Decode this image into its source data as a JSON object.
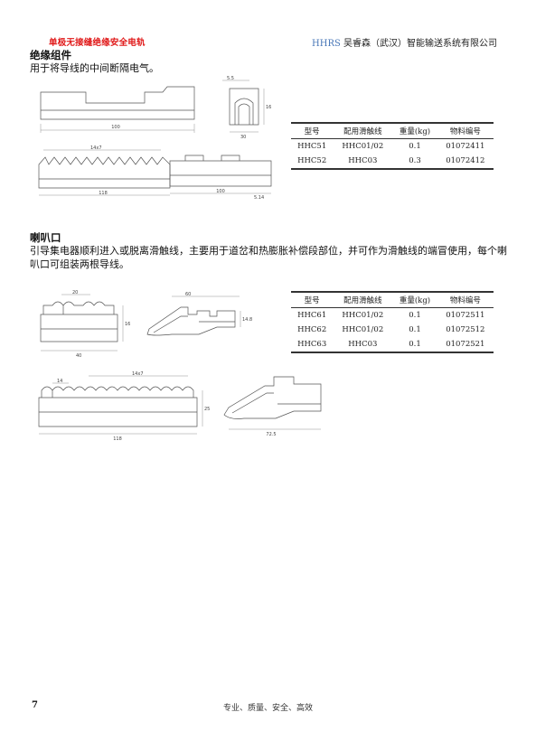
{
  "header": {
    "left_title": "单极无接缝绝缘安全电轨",
    "brand": "HHRS",
    "company": "吴睿森（武汉）智能输送系统有限公司"
  },
  "section1": {
    "title": "绝缘组件",
    "desc": "用于将导线的中间断隔电气。",
    "table": {
      "headers": [
        "型号",
        "配用滑触线",
        "重量(kg)",
        "物料编号"
      ],
      "rows": [
        [
          "HHC51",
          "HHC01/02",
          "0.1",
          "01072411"
        ],
        [
          "HHC52",
          "HHC03",
          "0.3",
          "01072412"
        ]
      ]
    },
    "dims": {
      "d1": "100",
      "d2": "5.5",
      "d3": "16",
      "d4": "30",
      "d5": "14x7",
      "d6": "118",
      "d7": "100",
      "d8": "5.14"
    }
  },
  "section2": {
    "title": "喇叭口",
    "desc": "引导集电器顺利进入或脱离滑触线，主要用于道岔和热膨胀补偿段部位，并可作为滑触线的端冒使用，每个喇叭口可组装两根导线。",
    "table": {
      "headers": [
        "型号",
        "配用滑触线",
        "重量(kg)",
        "物料编号"
      ],
      "rows": [
        [
          "HHC61",
          "HHC01/02",
          "0.1",
          "01072511"
        ],
        [
          "HHC62",
          "HHC01/02",
          "0.1",
          "01072512"
        ],
        [
          "HHC63",
          "HHC03",
          "0.1",
          "01072521"
        ]
      ]
    },
    "dims": {
      "d1": "20",
      "d2": "40",
      "d3": "16",
      "d4": "60",
      "d5": "14.8",
      "d6": "14x7",
      "d7": "14",
      "d8": "118",
      "d9": "25",
      "d10": "72.5"
    }
  },
  "footer": {
    "page_number": "7",
    "slogan": "专业、质量、安全、高效"
  }
}
